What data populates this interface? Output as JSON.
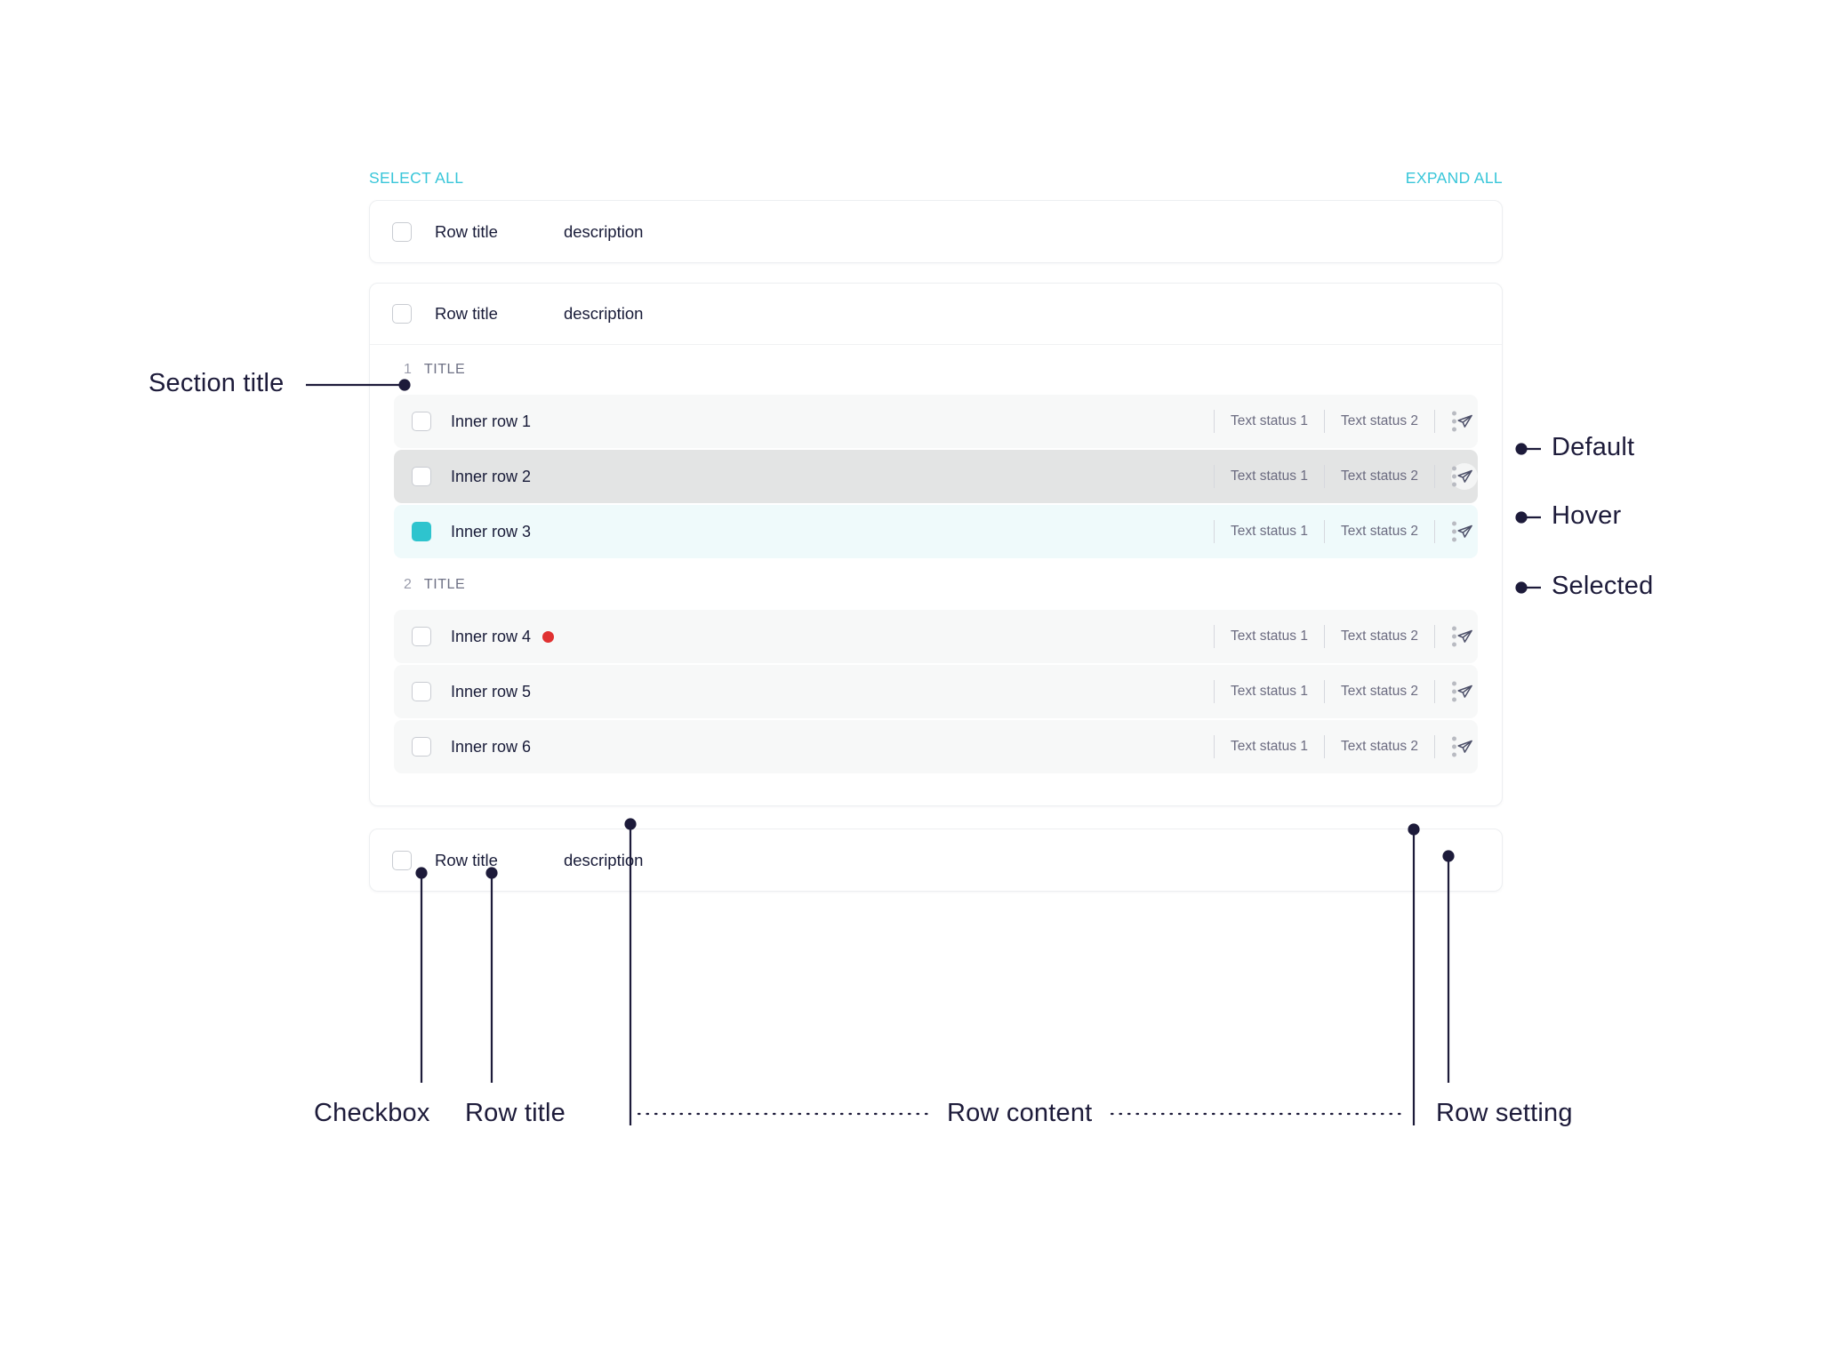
{
  "toolbar": {
    "select_all": "SELECT ALL",
    "expand_all": "EXPAND ALL",
    "accent_color": "#38C6D9"
  },
  "cards": [
    {
      "title": "Row title",
      "description": "description",
      "checked": false,
      "expanded": false
    },
    {
      "title": "Row title",
      "description": "description",
      "checked": false,
      "expanded": true
    },
    {
      "title": "Row title",
      "description": "description",
      "checked": false,
      "expanded": false
    }
  ],
  "sections": [
    {
      "number": "1",
      "label": "TITLE",
      "rows": [
        {
          "title": "Inner row 1",
          "state": "default",
          "checked": false,
          "badge": false,
          "status1": "Text status 1",
          "status2": "Text status 2",
          "send_icon": "send-icon",
          "send_circle": false,
          "menu_icon": "kebab-menu-icon"
        },
        {
          "title": "Inner row 2",
          "state": "hover",
          "checked": false,
          "badge": false,
          "status1": "Text status 1",
          "status2": "Text status 2",
          "send_icon": "send-icon",
          "send_circle": true,
          "menu_icon": "kebab-menu-icon"
        },
        {
          "title": "Inner row 3",
          "state": "selected",
          "checked": true,
          "badge": false,
          "status1": "Text status 1",
          "status2": "Text status 2",
          "send_icon": "send-icon",
          "send_circle": false,
          "menu_icon": "kebab-menu-icon"
        }
      ]
    },
    {
      "number": "2",
      "label": "TITLE",
      "rows": [
        {
          "title": "Inner row 4",
          "state": "default",
          "checked": false,
          "badge": true,
          "badge_color": "#E03131",
          "status1": "Text status 1",
          "status2": "Text status 2",
          "send_icon": "send-icon",
          "send_circle": false,
          "menu_icon": "kebab-menu-icon"
        },
        {
          "title": "Inner row 5",
          "state": "default",
          "checked": false,
          "badge": false,
          "status1": "Text status 1",
          "status2": "Text status 2",
          "send_icon": "send-icon",
          "send_circle": false,
          "menu_icon": "kebab-menu-icon"
        },
        {
          "title": "Inner row 6",
          "state": "default",
          "checked": false,
          "badge": false,
          "status1": "Text status 1",
          "status2": "Text status 2",
          "send_icon": "send-icon",
          "send_circle": false,
          "menu_icon": "kebab-menu-icon"
        }
      ]
    }
  ],
  "annotations": {
    "section_title": "Section title",
    "state_default": "Default",
    "state_hover": "Hover",
    "state_selected": "Selected",
    "checkbox": "Checkbox",
    "row_title": "Row title",
    "row_content": "Row content",
    "row_setting": "Row setting"
  },
  "colors": {
    "selected_checkbox": "#2EC4CE",
    "selected_row_bg": "#EFFAFB",
    "hover_row_bg": "#E3E4E4",
    "default_row_bg": "#F7F8F8",
    "text_primary": "#181B38",
    "text_muted": "#6B6B80",
    "annotation": "#1D1B3A"
  }
}
